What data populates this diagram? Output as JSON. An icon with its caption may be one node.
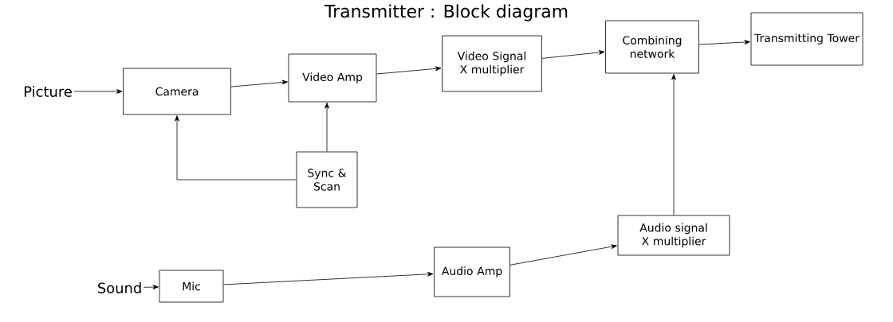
{
  "diagram": {
    "title": "Transmitter : Block diagram",
    "nodes": [
      {
        "text": [
          "Picture"
        ]
      },
      {
        "text": [
          "Camera"
        ]
      },
      {
        "text": [
          "Video Amp"
        ]
      },
      {
        "text": [
          "Sync & Scan"
        ]
      },
      {
        "text": [
          "Video Signal X multiplier"
        ]
      },
      {
        "text": [
          "Combining network"
        ]
      },
      {
        "text": [
          "Transmitting Tower"
        ]
      },
      {
        "text": [
          "Sound"
        ]
      },
      {
        "text": [
          "Mic"
        ]
      },
      {
        "text": [
          "Audio Amp"
        ]
      },
      {
        "text": [
          "Audio signal X multiplier"
        ]
      }
    ],
    "edges": [
      {
        "from": 0,
        "to": 1,
        "arrow": "to"
      },
      {
        "from": 1,
        "to": 2,
        "arrow": "to"
      },
      {
        "from": 2,
        "to": 4,
        "arrow": "to"
      },
      {
        "from": 4,
        "to": 5,
        "arrow": "to"
      },
      {
        "from": 5,
        "to": 6,
        "arrow": "to"
      },
      {
        "from": 3,
        "to": 2,
        "arrow": "to"
      },
      {
        "from": 3,
        "to": 1,
        "arrow": "to"
      },
      {
        "from": 7,
        "to": 8,
        "arrow": "to"
      },
      {
        "from": 8,
        "to": 9,
        "arrow": "to"
      },
      {
        "from": 9,
        "to": 10,
        "arrow": "to"
      },
      {
        "from": 10,
        "to": 5,
        "arrow": "to"
      }
    ]
  }
}
